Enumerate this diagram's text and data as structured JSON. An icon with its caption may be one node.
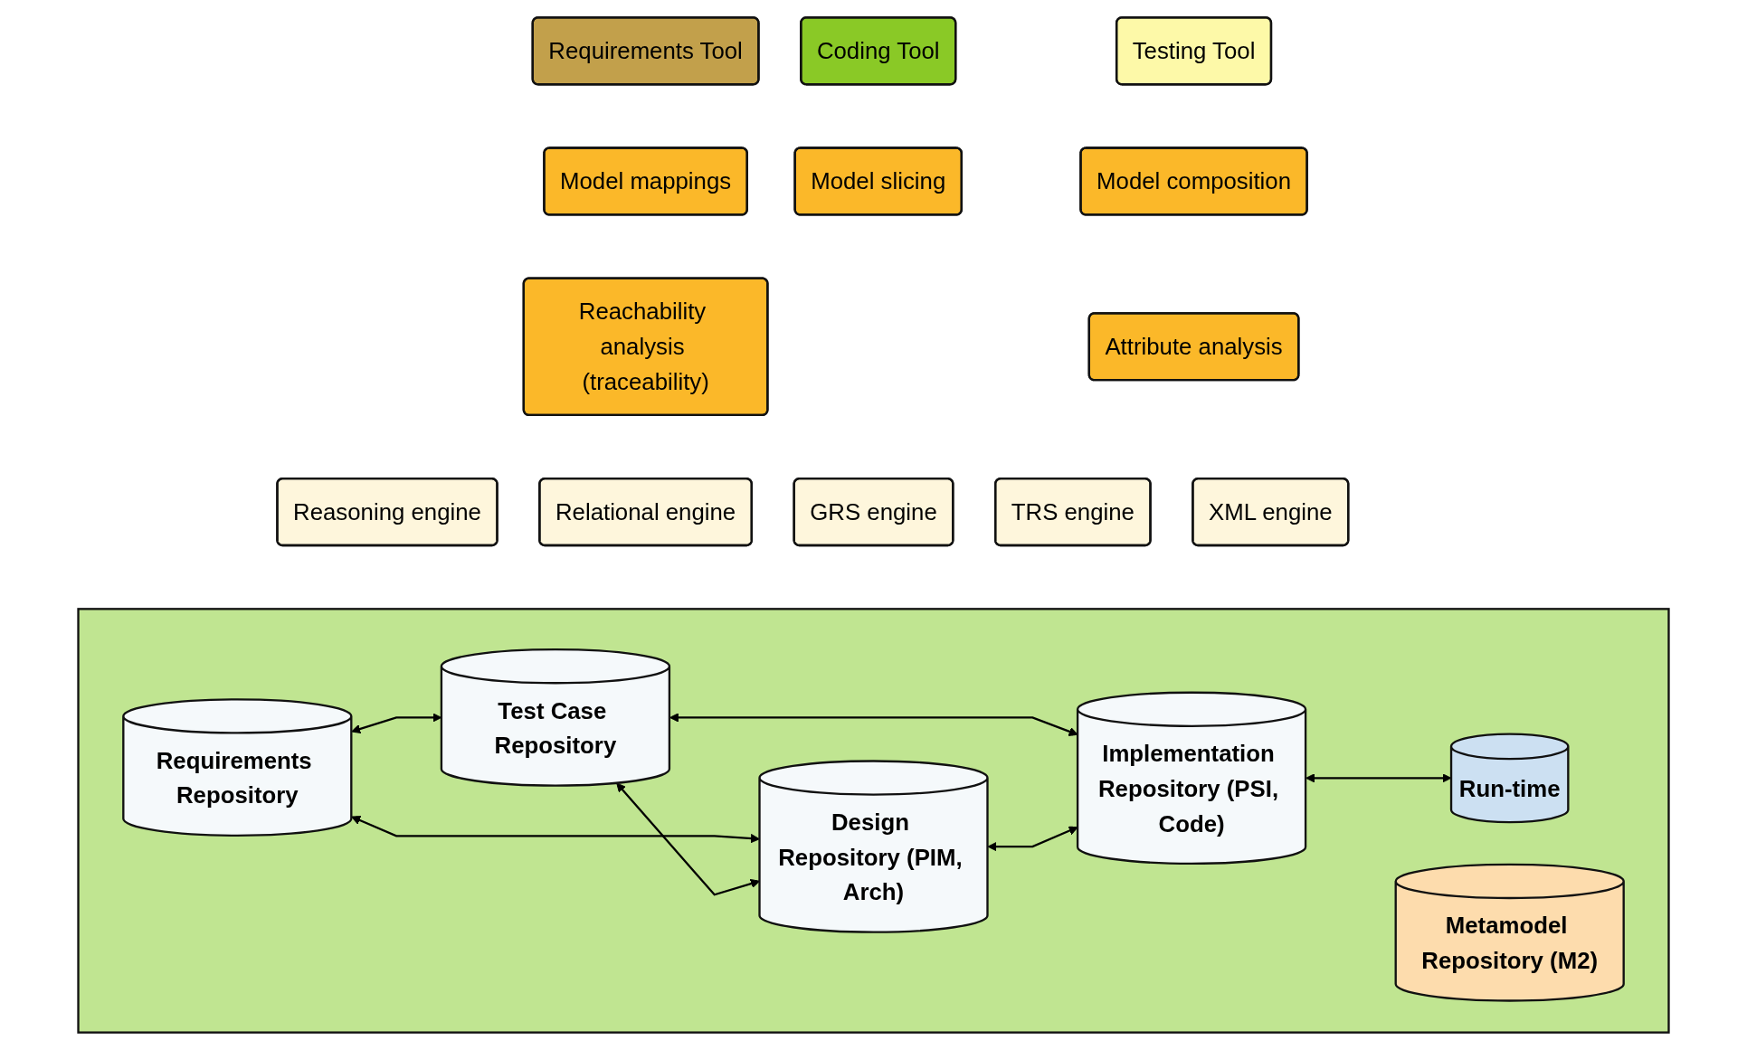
{
  "diagram": {
    "nodes": [
      {
        "text": [
          "Requirements Tool"
        ]
      },
      {
        "text": [
          "Coding Tool"
        ]
      },
      {
        "text": [
          "Testing Tool"
        ]
      },
      {
        "text": [
          "Model mappings"
        ]
      },
      {
        "text": [
          "Model slicing"
        ]
      },
      {
        "text": [
          "Model composition"
        ]
      },
      {
        "text": [
          "Reachability analysis (traceability)"
        ]
      },
      {
        "text": [
          "Attribute analysis"
        ]
      },
      {
        "text": [
          "Reasoning engine"
        ]
      },
      {
        "text": [
          "Relational engine"
        ]
      },
      {
        "text": [
          "GRS engine"
        ]
      },
      {
        "text": [
          "TRS engine"
        ]
      },
      {
        "text": [
          "XML engine"
        ]
      },
      {
        "text": [],
        "shape": "box"
      },
      {
        "text": [
          "Requirements Repository"
        ],
        "in": 13
      },
      {
        "text": [
          "Test Case Repository"
        ],
        "in": 13
      },
      {
        "text": [
          "Metamodel Repository (M2)"
        ],
        "in": 13
      },
      {
        "text": [
          "Design Repository (PIM, Arch)"
        ],
        "in": 13
      },
      {
        "text": [
          "Implementation Repository (PSI, Code)"
        ],
        "in": 13
      },
      {
        "text": [
          "Run-time"
        ],
        "in": 13
      }
    ],
    "edges": [
      {
        "from": 14,
        "to": 15,
        "arrow": "both"
      },
      {
        "from": 14,
        "to": 17,
        "arrow": "both"
      },
      {
        "from": 15,
        "to": 17,
        "arrow": "both"
      },
      {
        "from": 15,
        "to": 18,
        "arrow": "both"
      },
      {
        "from": 17,
        "to": 18,
        "arrow": "both"
      },
      {
        "from": 18,
        "to": 19,
        "arrow": "both"
      }
    ]
  }
}
